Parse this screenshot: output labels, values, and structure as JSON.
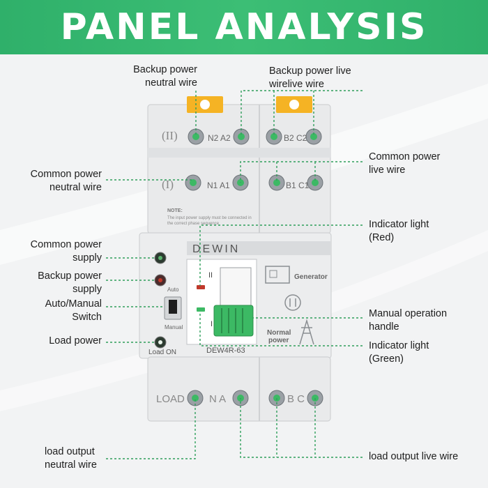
{
  "banner": {
    "title": "PANEL ANALYSIS"
  },
  "device": {
    "brand": "DEWIN",
    "model": "DEW4R-63",
    "row_top_symbol": "(II)",
    "row_mid_symbol": "(I)",
    "row_bottom_label": "LOAD",
    "t_n2a2": "N2 A2",
    "t_b2c2": "B2 C2",
    "t_n1a1": "N1 A1",
    "t_b1c1": "B1 C1",
    "t_na": "N  A",
    "t_bc": "B  C",
    "note_title": "NOTE:",
    "note_line1": "The input power supply must be connected in",
    "note_line2": "the correct phase sequence",
    "auto_label": "Auto",
    "manual_label": "Manual",
    "load_on_label": "Load ON",
    "generator_label": "Generator",
    "normal_power_line1": "Normal",
    "normal_power_line2": "power",
    "roman_two": "II",
    "roman_one": "I"
  },
  "callouts": {
    "backup_neutral": {
      "line1": "Backup power",
      "line2": "neutral wire"
    },
    "backup_live": {
      "line1": "Backup power live",
      "line2": "wirelive wire"
    },
    "common_live": {
      "line1": "Common power",
      "line2": "live wire"
    },
    "common_neutral": {
      "line1": "Common power",
      "line2": "neutral wire"
    },
    "indicator_red": {
      "line1": "Indicator light",
      "line2": "(Red)"
    },
    "common_supply": {
      "line1": "Common power",
      "line2": "supply"
    },
    "backup_supply": {
      "line1": "Backup power",
      "line2": "supply"
    },
    "auto_manual": {
      "line1": "Auto/Manual",
      "line2": "Switch"
    },
    "manual_handle": {
      "line1": "Manual operation",
      "line2": "handle"
    },
    "load_power": {
      "line1": "Load power"
    },
    "indicator_green": {
      "line1": "Indicator light",
      "line2": "(Green)"
    },
    "load_neutral": {
      "line1": "load output",
      "line2": "neutral wire"
    },
    "load_live": {
      "line1": "load output live wire"
    }
  },
  "colors": {
    "accent_green": "#3cbe75",
    "leader_green": "#2e9e5a",
    "handle_green": "#3cb964",
    "indicator_red": "#c0392b",
    "terminal_cover": "#f5b324"
  }
}
